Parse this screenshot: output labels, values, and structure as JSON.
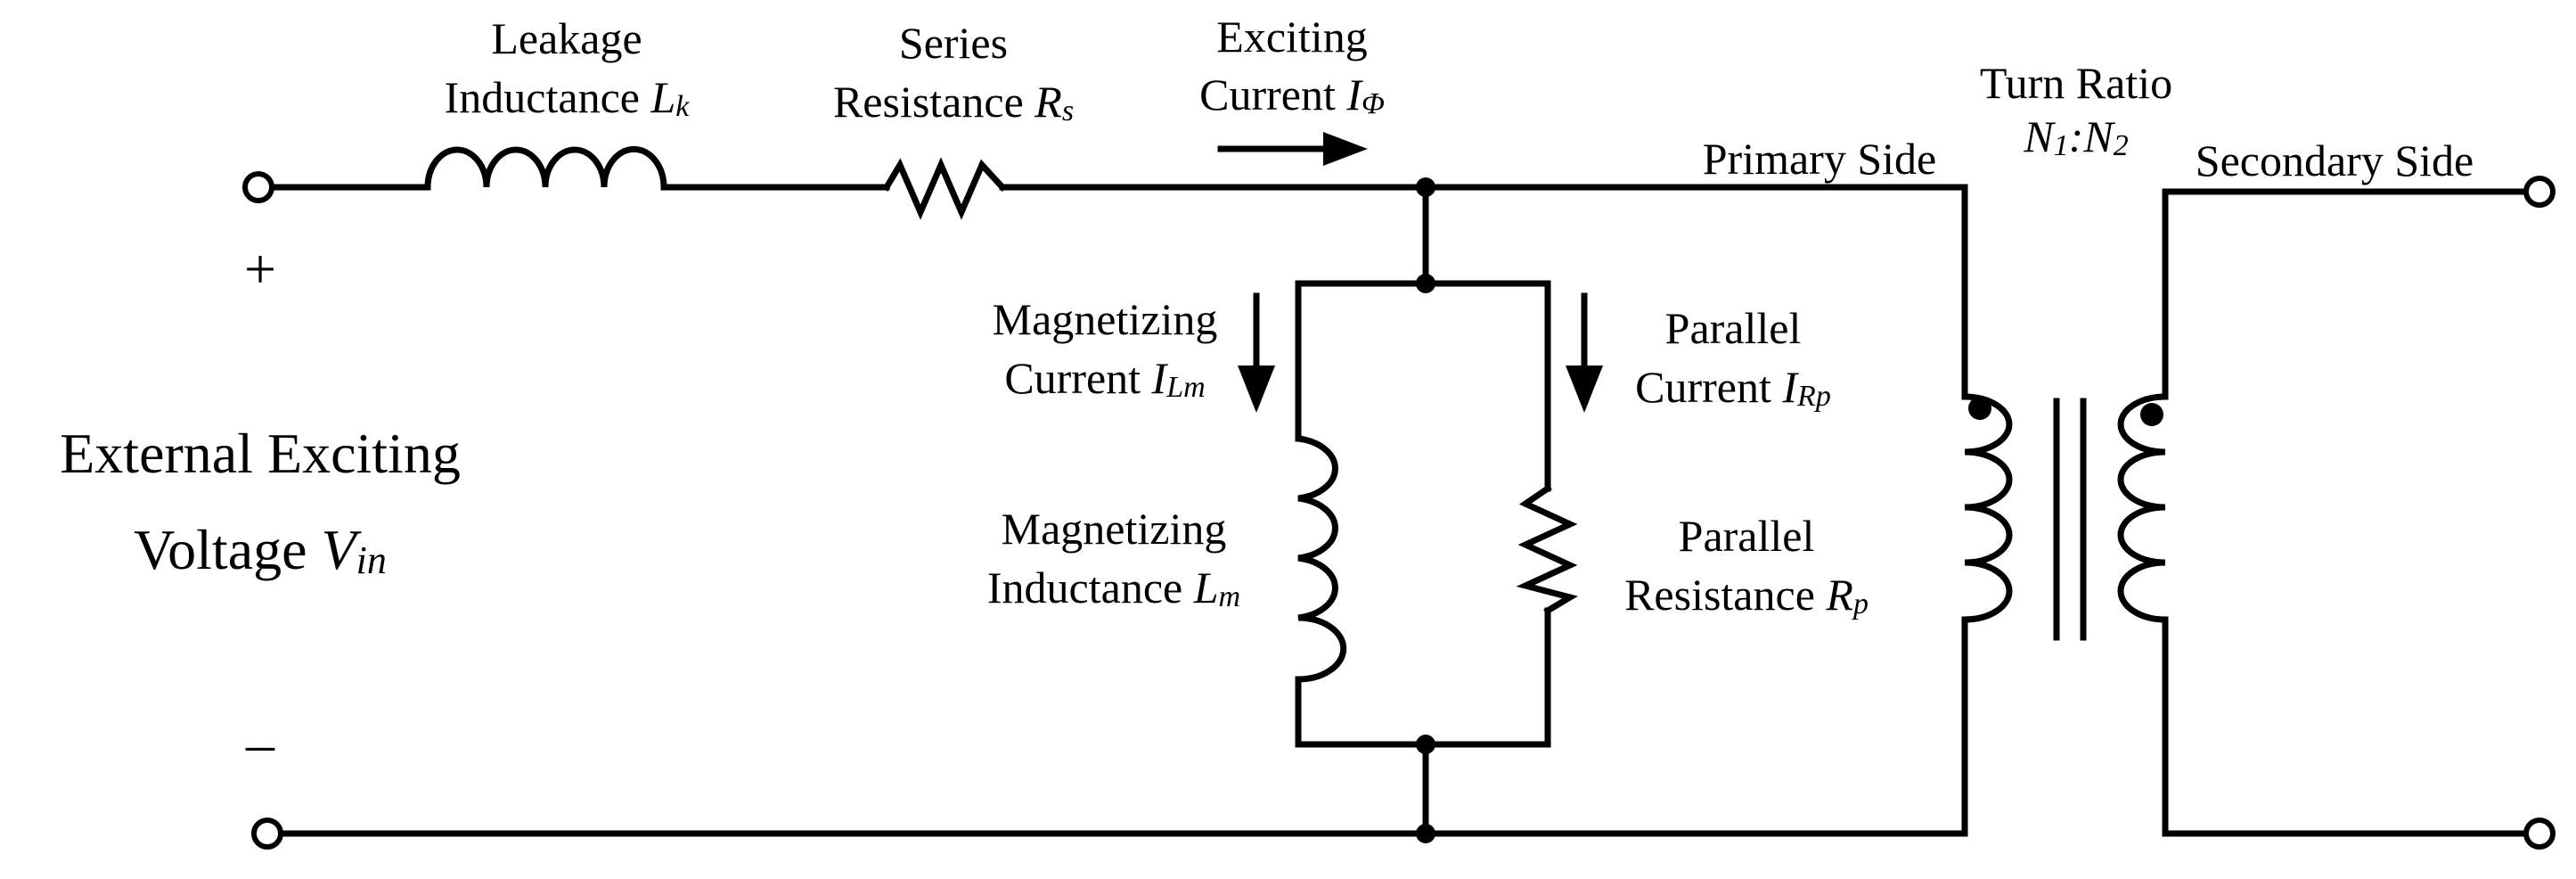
{
  "diagram": {
    "leakage_inductance": {
      "line1": "Leakage",
      "line2": "Inductance ",
      "symbol": "L",
      "sub": "k"
    },
    "series_resistance": {
      "line1": "Series",
      "line2": "Resistance ",
      "symbol": "R",
      "sub": "s"
    },
    "exciting_current": {
      "line1": "Exciting",
      "line2": "Current ",
      "symbol": "I",
      "sub": "Φ"
    },
    "turn_ratio": {
      "line1": "Turn Ratio",
      "n1": "N",
      "n1_sub": "1",
      "colon": ":",
      "n2": "N",
      "n2_sub": "2"
    },
    "primary_side": "Primary Side",
    "secondary_side": "Secondary Side",
    "plus_sign": "+",
    "minus_sign": "–",
    "external_voltage": {
      "line1": "External Exciting",
      "line2": "Voltage ",
      "symbol": "V",
      "sub": "in"
    },
    "magnetizing_current": {
      "line1": "Magnetizing",
      "line2": "Current ",
      "symbol": "I",
      "sub": "Lm"
    },
    "parallel_current": {
      "line1": "Parallel",
      "line2": "Current ",
      "symbol": "I",
      "sub": "Rp"
    },
    "magnetizing_inductance": {
      "line1": "Magnetizing",
      "line2": "Inductance ",
      "symbol": "L",
      "sub": "m"
    },
    "parallel_resistance": {
      "line1": "Parallel",
      "line2": "Resistance ",
      "symbol": "R",
      "sub": "p"
    }
  }
}
